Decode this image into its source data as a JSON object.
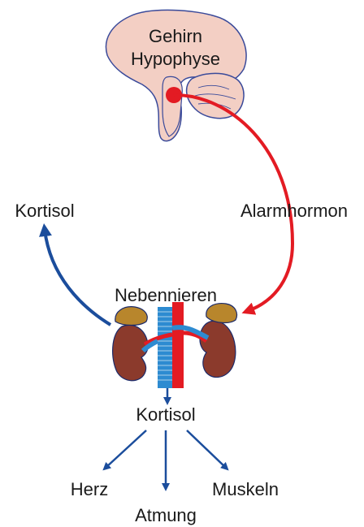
{
  "labels": {
    "brain": "Gehirn",
    "pituitary": "Hypophyse",
    "alarm_hormone": "Alarmhormon",
    "cortisol_feedback": "Kortisol",
    "adrenal_glands": "Nebennieren",
    "cortisol_output": "Kortisol",
    "heart": "Herz",
    "breathing": "Atmung",
    "muscles": "Muskeln"
  },
  "colors": {
    "brain_fill": "#f3cfc4",
    "brain_stroke": "#3a4a9a",
    "hypothalamus_dot": "#e31b23",
    "alarm_arrow": "#e31b23",
    "cortisol_arrow": "#1b4d9c",
    "kidney": "#8b3a2c",
    "adrenal": "#b8862c",
    "vena": "#2d8bd1",
    "aorta": "#e31b23"
  }
}
